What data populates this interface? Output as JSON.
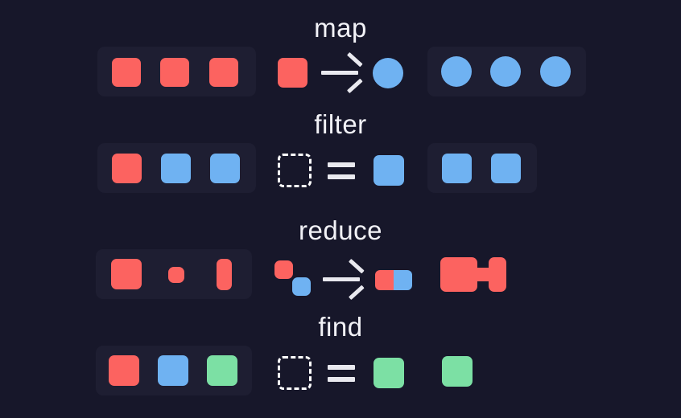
{
  "diagram": {
    "title_semantic": "array-higher-order-functions-diagram",
    "background_color": "#17172a",
    "panel_color": "#1e1e32",
    "palette": {
      "red": "#fc6360",
      "blue": "#6fb2f2",
      "green": "#7ce0a4",
      "stroke": "#e9e9ef",
      "dashed": "#ffffff"
    },
    "rows": [
      {
        "id": "map",
        "label": "map",
        "input": {
          "has_panel": true,
          "items": [
            {
              "shape": "square",
              "color": "red"
            },
            {
              "shape": "square",
              "color": "red"
            },
            {
              "shape": "square",
              "color": "red"
            }
          ]
        },
        "rule": {
          "operator": "arrow",
          "left": {
            "shape": "square",
            "color": "red"
          },
          "right": {
            "shape": "circle",
            "color": "blue"
          }
        },
        "output": {
          "has_panel": true,
          "items": [
            {
              "shape": "circle",
              "color": "blue"
            },
            {
              "shape": "circle",
              "color": "blue"
            },
            {
              "shape": "circle",
              "color": "blue"
            }
          ]
        }
      },
      {
        "id": "filter",
        "label": "filter",
        "input": {
          "has_panel": true,
          "items": [
            {
              "shape": "square",
              "color": "red"
            },
            {
              "shape": "square",
              "color": "blue"
            },
            {
              "shape": "square",
              "color": "blue"
            }
          ]
        },
        "rule": {
          "operator": "equals",
          "left": {
            "shape": "square",
            "color": "dashed-outline"
          },
          "right": {
            "shape": "square",
            "color": "blue"
          }
        },
        "output": {
          "has_panel": true,
          "items": [
            {
              "shape": "square",
              "color": "blue"
            },
            {
              "shape": "square",
              "color": "blue"
            }
          ]
        }
      },
      {
        "id": "reduce",
        "label": "reduce",
        "input": {
          "has_panel": true,
          "items": [
            {
              "shape": "square-large",
              "color": "red"
            },
            {
              "shape": "square-small",
              "color": "red"
            },
            {
              "shape": "rect-tall",
              "color": "red"
            }
          ]
        },
        "rule": {
          "operator": "arrow",
          "left": {
            "shape": "two-offset-squares",
            "colors": [
              "red",
              "blue"
            ]
          },
          "right": {
            "shape": "two-joined-squares",
            "colors": [
              "red",
              "blue"
            ]
          }
        },
        "output": {
          "has_panel": false,
          "items": [
            {
              "shape": "merged-combined-red-shape",
              "color": "red"
            }
          ]
        }
      },
      {
        "id": "find",
        "label": "find",
        "input": {
          "has_panel": true,
          "items": [
            {
              "shape": "square",
              "color": "red"
            },
            {
              "shape": "square",
              "color": "blue"
            },
            {
              "shape": "square",
              "color": "green"
            }
          ]
        },
        "rule": {
          "operator": "equals",
          "left": {
            "shape": "square",
            "color": "dashed-outline"
          },
          "right": {
            "shape": "square",
            "color": "green"
          }
        },
        "output": {
          "has_panel": false,
          "items": [
            {
              "shape": "square",
              "color": "green"
            }
          ]
        }
      }
    ]
  }
}
